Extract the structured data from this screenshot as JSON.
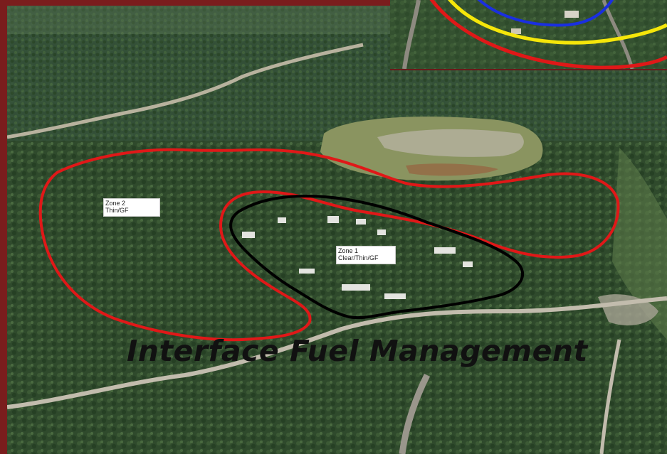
{
  "zones": {
    "zone2": {
      "line1": "Zone 2",
      "line2": "Thin/GF"
    },
    "zone1": {
      "line1": "Zone 1",
      "line2": "Clear/Thin/GF"
    }
  },
  "title": "Interface Fuel Management",
  "colors": {
    "frame": "#7a1d1d",
    "zone2_outline": "#e01818",
    "zone1_outline": "#000000",
    "inset_red": "#e01818",
    "inset_yellow": "#f5e60a",
    "inset_blue": "#1a2fe0"
  }
}
